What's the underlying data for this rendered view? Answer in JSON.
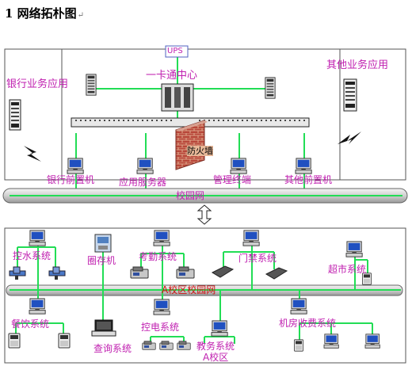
{
  "heading": {
    "title": "1 网络拓朴图",
    "mark": "↵"
  },
  "top": {
    "ups": "UPS",
    "center": "一卡通中心",
    "bank_app": "银行业务应用",
    "other_app": "其他业务应用",
    "firewall": "防火墙",
    "bank_front": "银行前置机",
    "app_server": "应用服务器",
    "mgmt_terminal": "管理终端",
    "other_front": "其他前置机"
  },
  "backbone": {
    "campus_net": "校园网",
    "sub_net": "A校区校园网"
  },
  "bottom": {
    "water": "控水系统",
    "deposit": "圈存机",
    "attendance": "考勤系统",
    "access": "门禁系统",
    "supermarket": "超市系统",
    "dining": "餐饮系统",
    "query": "查询系统",
    "power": "控电系统",
    "academic": "教务系统",
    "campus_a": "A校区",
    "lab_fee": "机房收费系统"
  },
  "colors": {
    "link": "#22dd55",
    "label": "#c020b0",
    "subnet_label": "#d01010"
  }
}
